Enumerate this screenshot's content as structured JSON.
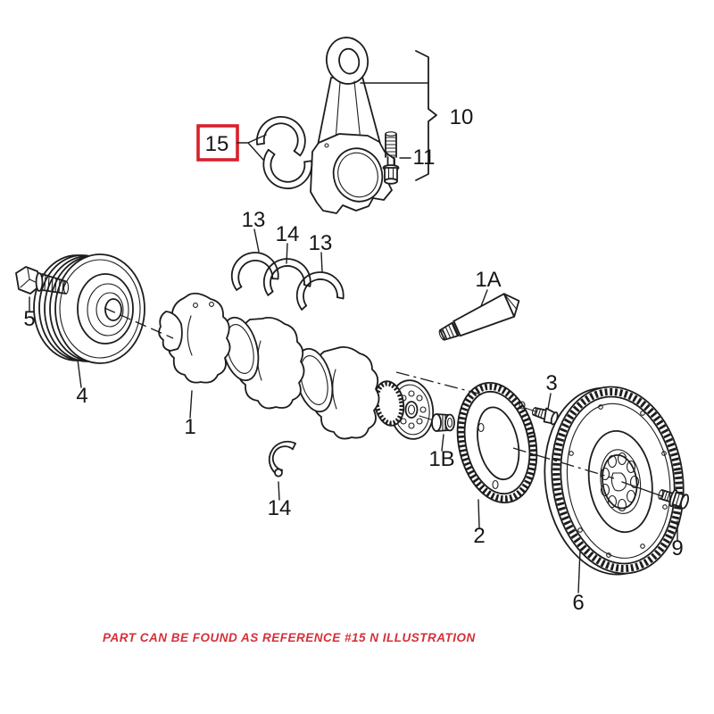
{
  "note": {
    "text": "PART CAN BE FOUND AS REFERENCE #15 N ILLUSTRATION"
  },
  "highlighted_part": "15",
  "colors": {
    "line": "#1d1d1d",
    "highlight_box_red": "#d9202a",
    "note_red": "#d5303a",
    "background": "#ffffff"
  },
  "labels": {
    "l1": "1",
    "l1A": "1A",
    "l1B": "1B",
    "l2": "2",
    "l3": "3",
    "l4": "4",
    "l5": "5",
    "l6": "6",
    "l9": "9",
    "l10": "10",
    "l11": "11",
    "l13a": "13",
    "l13b": "13",
    "l14a": "14",
    "l14b": "14",
    "l15": "15"
  }
}
